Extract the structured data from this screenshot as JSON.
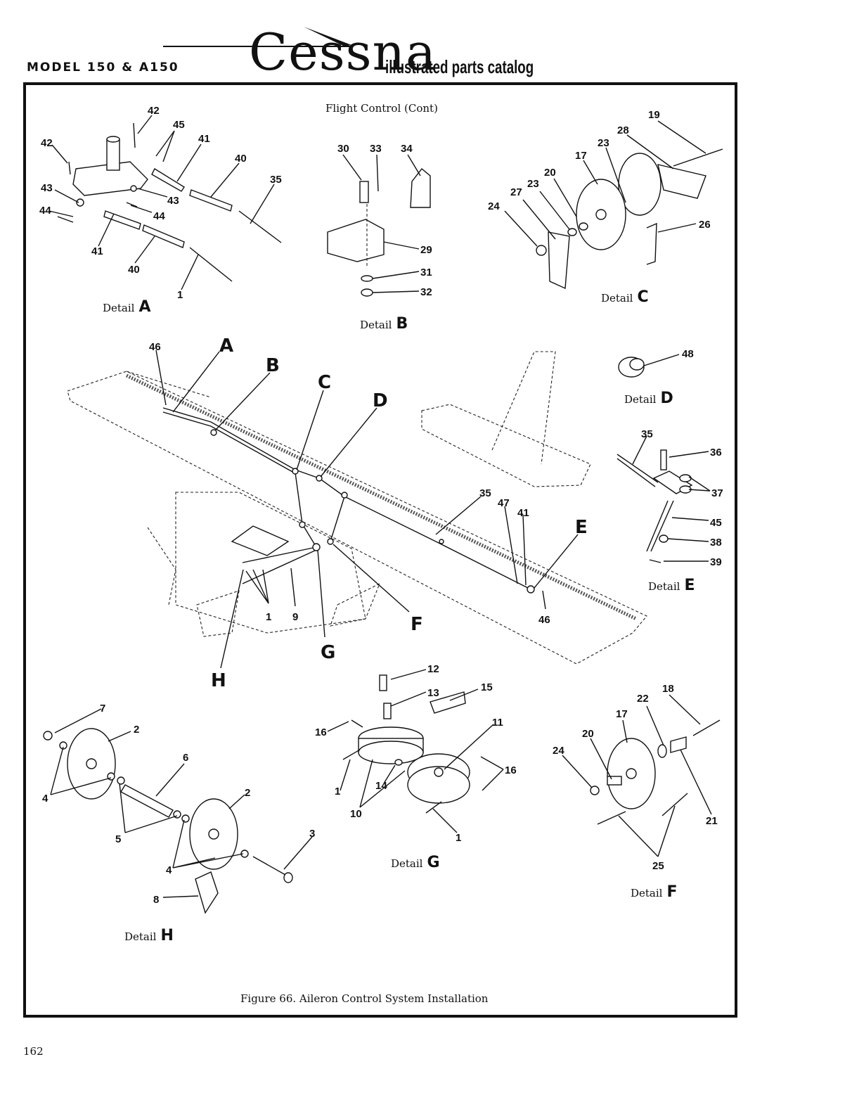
{
  "header": {
    "model": "MODEL 150 & A150",
    "logo_text": "Cessna",
    "catalog_title": "illustrated parts catalog"
  },
  "section_title": "Flight Control (Cont)",
  "details": {
    "A": {
      "word": "Detail",
      "letter": "A"
    },
    "B": {
      "word": "Detail",
      "letter": "B"
    },
    "C": {
      "word": "Detail",
      "letter": "C"
    },
    "D": {
      "word": "Detail",
      "letter": "D"
    },
    "E": {
      "word": "Detail",
      "letter": "E"
    },
    "F": {
      "word": "Detail",
      "letter": "F"
    },
    "G": {
      "word": "Detail",
      "letter": "G"
    },
    "H": {
      "word": "Detail",
      "letter": "H"
    }
  },
  "callouts": {
    "A": [
      "42",
      "45",
      "42",
      "41",
      "40",
      "35",
      "43",
      "43",
      "44",
      "44",
      "41",
      "40",
      "1"
    ],
    "B": [
      "30",
      "33",
      "34",
      "29",
      "31",
      "32"
    ],
    "C": [
      "19",
      "28",
      "23",
      "17",
      "20",
      "23",
      "27",
      "24",
      "26"
    ],
    "D": [
      "48"
    ],
    "E": [
      "35",
      "36",
      "37",
      "45",
      "38",
      "39"
    ],
    "main": [
      "46",
      "A",
      "B",
      "C",
      "D",
      "35",
      "47",
      "41",
      "E",
      "1",
      "9",
      "F",
      "G",
      "H",
      "46"
    ],
    "H": [
      "7",
      "2",
      "6",
      "4",
      "2",
      "5",
      "3",
      "4",
      "8"
    ],
    "G": [
      "12",
      "13",
      "15",
      "16",
      "11",
      "16",
      "14",
      "10",
      "1",
      "1"
    ],
    "F": [
      "18",
      "22",
      "17",
      "20",
      "24",
      "21",
      "25"
    ]
  },
  "caption": "Figure 66.  Aileron Control System Installation",
  "page_number": "162"
}
